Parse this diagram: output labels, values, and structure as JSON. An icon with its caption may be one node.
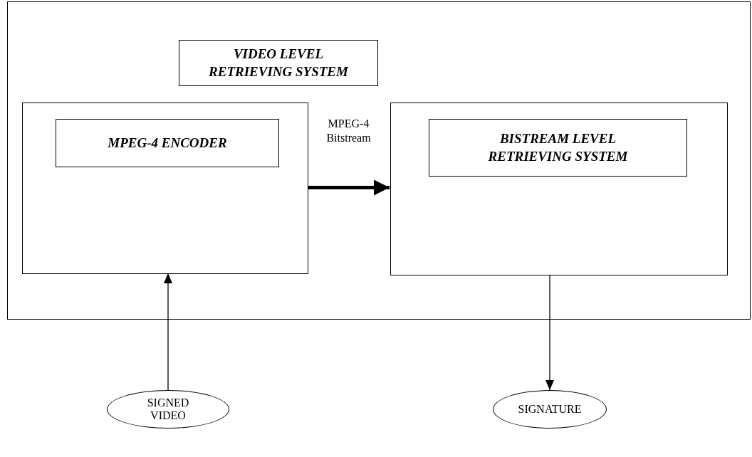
{
  "diagram": {
    "nodes": [
      {
        "text": [],
        "shape": "box"
      },
      {
        "text": [
          "VIDEO LEVEL RETRIEVING SYSTEM"
        ],
        "in": 0
      },
      {
        "text": [],
        "shape": "box",
        "in": 0
      },
      {
        "text": [
          "MPEG-4 ENCODER"
        ],
        "in": 2
      },
      {
        "text": [],
        "shape": "box",
        "in": 0
      },
      {
        "text": [
          "BISTREAM LEVEL RETRIEVING SYSTEM"
        ],
        "in": 4
      },
      {
        "text": [
          "SIGNED VIDEO"
        ]
      },
      {
        "text": [
          "SIGNATURE"
        ]
      }
    ],
    "edges": [
      {
        "from": 2,
        "to": 4,
        "arrow": "to",
        "label": "MPEG-4 Bitstream",
        "style": "thick"
      },
      {
        "from": 6,
        "to": 2,
        "arrow": "to"
      },
      {
        "from": 4,
        "to": 7,
        "arrow": "to"
      }
    ]
  }
}
